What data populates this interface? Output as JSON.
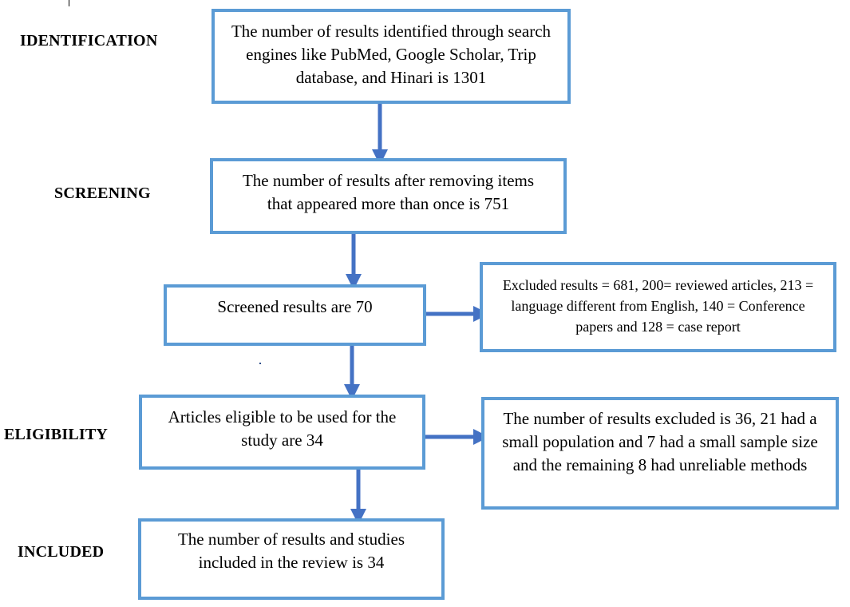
{
  "stages": {
    "identification": "IDENTIFICATION",
    "screening": "SCREENING",
    "eligibility": "ELIGIBILITY",
    "included": "INCLUDED"
  },
  "boxes": {
    "identified": "The number of results identified through search engines like PubMed, Google Scholar, Trip database, and Hinari is 1301",
    "deduplicated": "The number of results after removing items that appeared more than once is 751",
    "screened": "Screened results are 70",
    "excluded_screening": "Excluded results = 681, 200= reviewed articles, 213 = language different from English, 140 = Conference papers and 128 = case report",
    "eligible": "Articles eligible to be used for the study are 34",
    "excluded_eligibility": "The number of results excluded is 36, 21 had a small population and 7 had a small sample size and the remaining 8 had unreliable methods",
    "included": "The number of results and studies included in the review is 34"
  },
  "colors": {
    "box_border": "#5b9bd5",
    "arrow": "#4472c4"
  }
}
